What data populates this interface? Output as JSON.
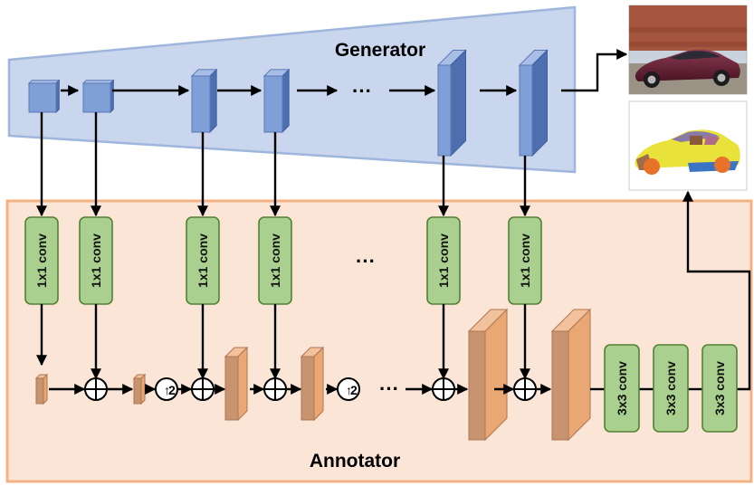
{
  "generator": {
    "title": "Generator",
    "ellipsis": "···"
  },
  "annotator": {
    "title": "Annotator",
    "lateral_conv_label": "1x1 conv",
    "lateral_conv_count": 6,
    "ellipsis_top": "···",
    "ellipsis_bottom": "···",
    "upsample_label": "2",
    "head_conv_label": "3x3 conv",
    "head_conv_count": 3
  },
  "outputs": [
    {
      "name": "generated-car-image"
    },
    {
      "name": "segmentation-mask-image"
    }
  ],
  "colors": {
    "generator_fill": "#c9d6ee",
    "generator_stroke": "#9fb6dc",
    "cube_front": "#7f9fd7",
    "annotator_fill": "#fbe5d6",
    "annotator_stroke": "#f4b183",
    "conv_fill": "#a9d08e",
    "conv_stroke": "#538135",
    "feature_fill": "#c89470",
    "feature_stroke": "#b07452"
  }
}
